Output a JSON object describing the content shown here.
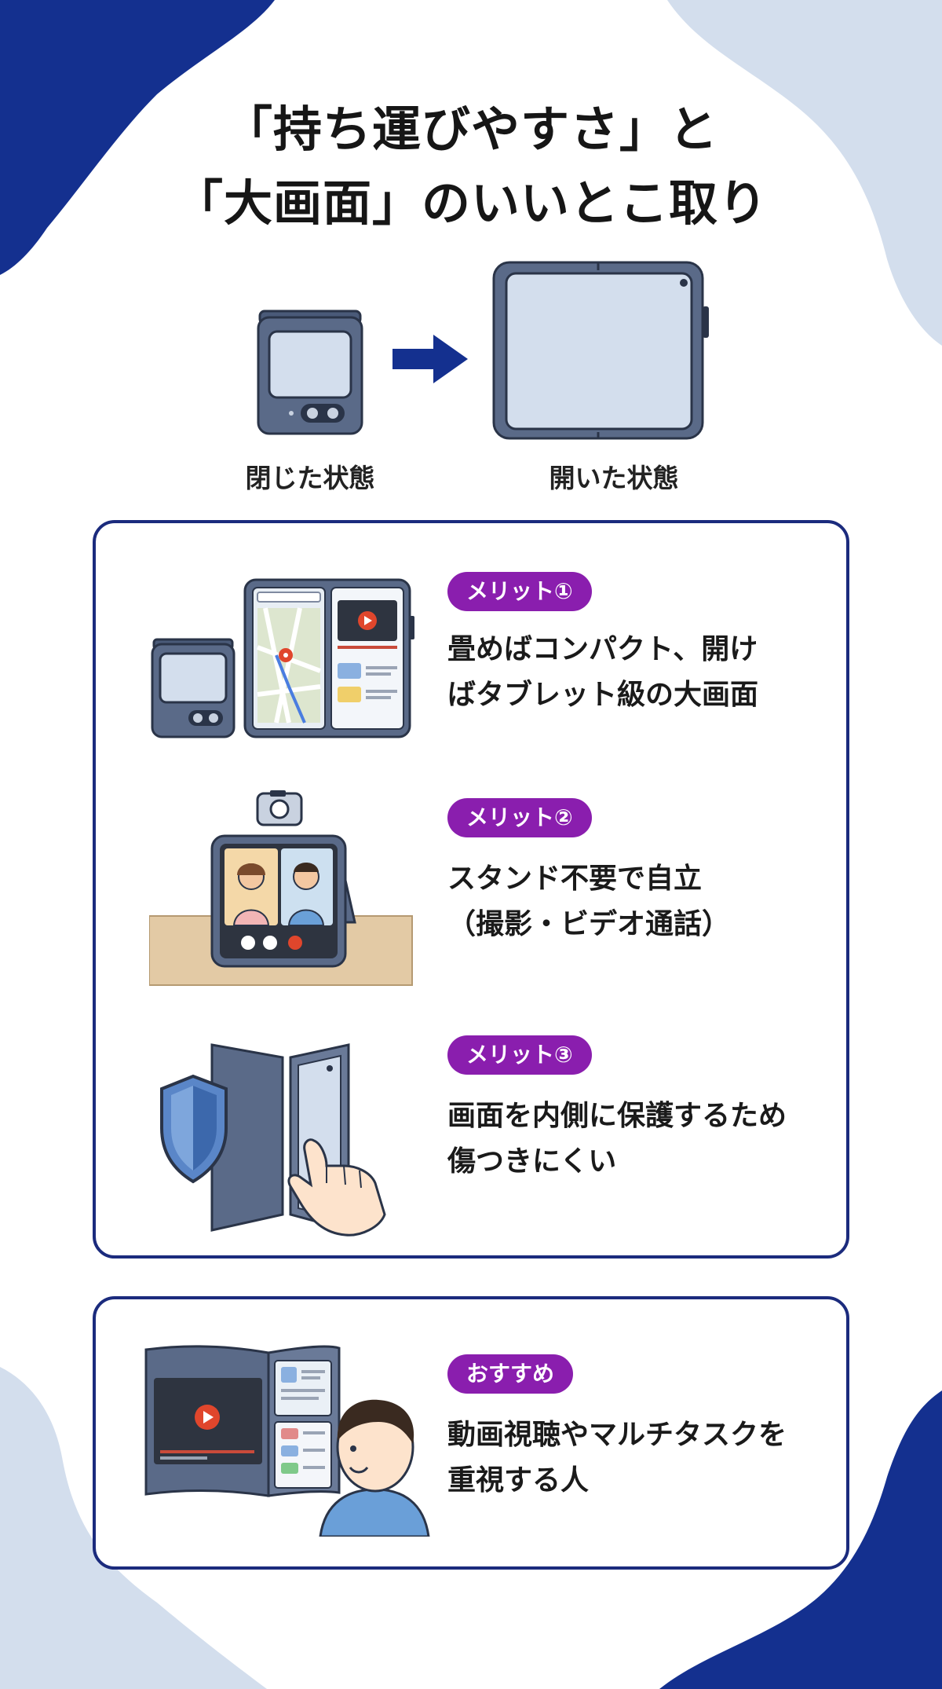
{
  "title": {
    "line1": "「持ち運びやすさ」と",
    "line2": "「大画面」のいいとこ取り"
  },
  "hero": {
    "closed_label": "閉じた状態",
    "open_label": "開いた状態"
  },
  "merits": [
    {
      "badge": "メリット①",
      "line1": "畳めばコンパクト、開け",
      "line2": "ばタブレット級の大画面"
    },
    {
      "badge": "メリット②",
      "line1": "スタンド不要で自立",
      "line2": "（撮影・ビデオ通話）"
    },
    {
      "badge": "メリット③",
      "line1": "画面を内側に保護するため",
      "line2": "傷つきにくい"
    }
  ],
  "recommend": {
    "badge": "おすすめ",
    "line1": "動画視聴やマルチタスクを",
    "line2": "重視する人"
  },
  "colors": {
    "navy": "#14308f",
    "light_blue": "#d3deed",
    "badge_purple": "#8a1eae",
    "card_border": "#1b2b7d"
  }
}
